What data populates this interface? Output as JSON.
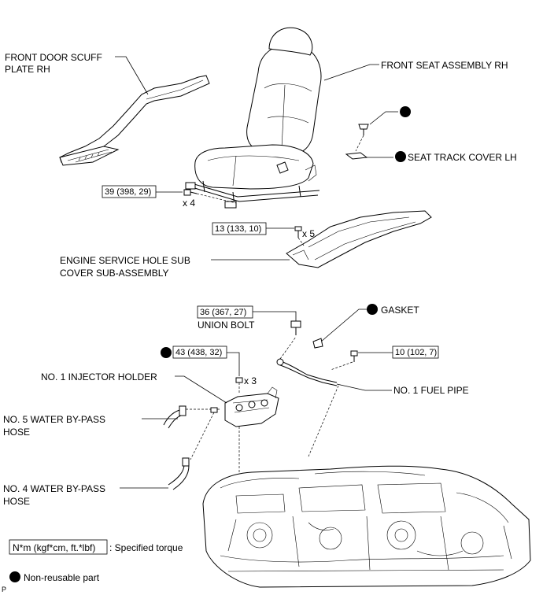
{
  "labels": {
    "front_door_scuff_plate_rh_1": "FRONT DOOR SCUFF",
    "front_door_scuff_plate_rh_2": "PLATE RH",
    "front_seat_assembly_rh": "FRONT SEAT ASSEMBLY RH",
    "seat_track_cover_lh": "SEAT TRACK COVER LH",
    "engine_service_hole_1": "ENGINE SERVICE HOLE SUB",
    "engine_service_hole_2": "COVER SUB-ASSEMBLY",
    "union_bolt": "UNION BOLT",
    "gasket": "GASKET",
    "no1_injector_holder": "NO. 1 INJECTOR HOLDER",
    "no1_fuel_pipe": "NO. 1 FUEL PIPE",
    "no5_water_bypass_1": "NO. 5 WATER BY-PASS",
    "no5_water_bypass_2": "HOSE",
    "no4_water_bypass_1": "NO. 4 WATER BY-PASS",
    "no4_water_bypass_2": "HOSE"
  },
  "torques": {
    "seat_bolt": "39 (398, 29)",
    "cover_bolt": "13 (133, 10)",
    "union_bolt": "36 (367, 27)",
    "injector_holder": "43 (438, 32)",
    "fuel_pipe_bolt": "10 (102, 7)"
  },
  "quantities": {
    "seat_bolt": "x 4",
    "cover_bolt": "x 5",
    "injector_holder": "x 3"
  },
  "legend": {
    "torque_unit": "N*m (kgf*cm, ft.*lbf)",
    "torque_desc": ": Specified torque",
    "non_reusable": "Non-reusable part"
  },
  "footer_code": "P",
  "colors": {
    "line": "#000000",
    "background": "#ffffff"
  }
}
